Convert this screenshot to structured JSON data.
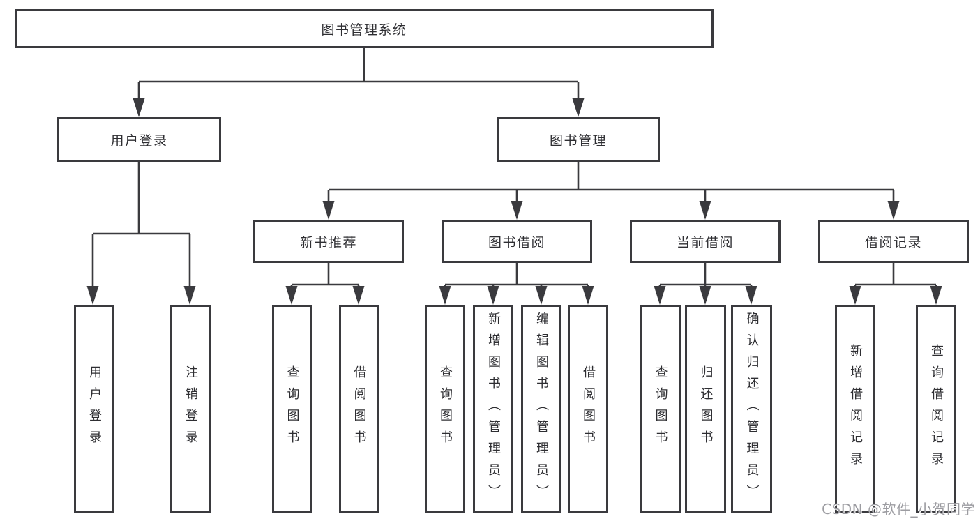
{
  "nodes": {
    "root": "图书管理系统",
    "userLogin": "用户登录",
    "bookMgmt": "图书管理",
    "newBooks": "新书推荐",
    "bookBorrow": "图书借阅",
    "currentBorrow": "当前借阅",
    "borrowRecords": "借阅记录",
    "leafUserLogin": "用户登录",
    "leafLogout": "注销登录",
    "leafQueryBooksA": "查询图书",
    "leafBorrowBooksA": "借阅图书",
    "leafQueryBooksB": "查询图书",
    "leafAddBooks": "新增图书（管理员）",
    "leafEditBooks": "编辑图书（管理员）",
    "leafBorrowBooksB": "借阅图书",
    "leafQueryBooksC": "查询图书",
    "leafReturnBooks": "归还图书",
    "leafConfirmReturn": "确认归还（管理员）",
    "leafAddRecord": "新增借阅记录",
    "leafQueryRecord": "查询借阅记录"
  },
  "watermark": "CSDN @软件_小贺同学",
  "colors": {
    "line": "#3a3a3e",
    "text": "#2e2e32",
    "watermark": "#9c9ca1",
    "background": "#ffffff"
  }
}
